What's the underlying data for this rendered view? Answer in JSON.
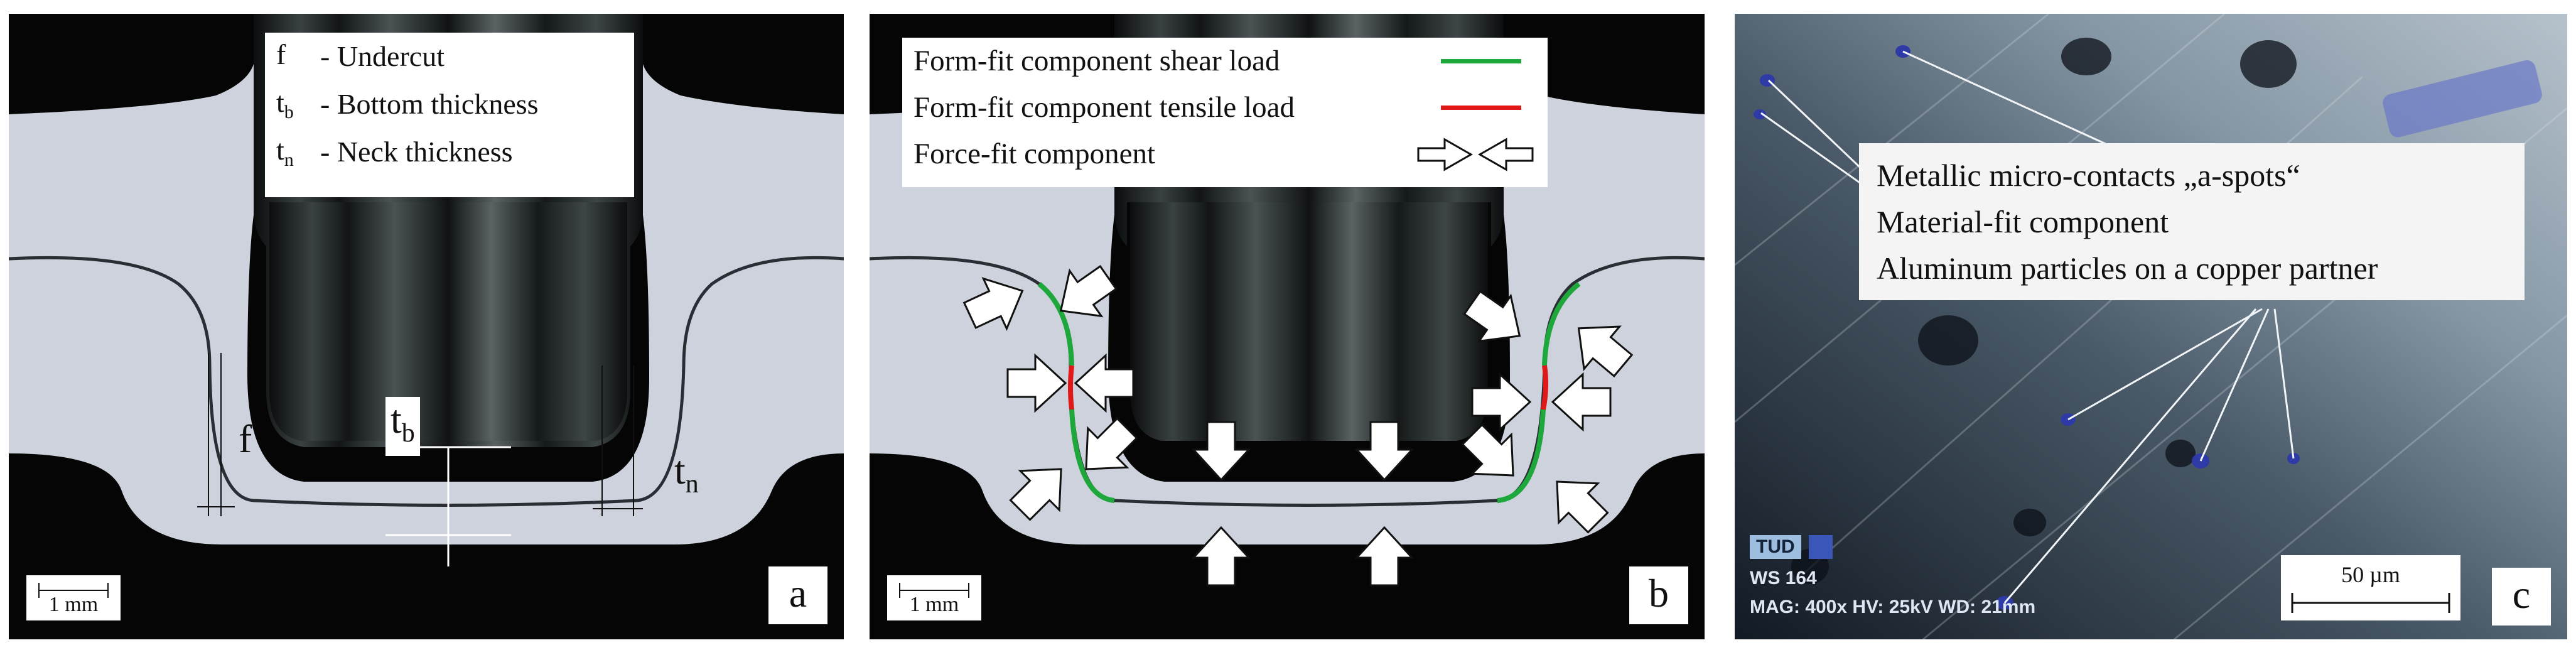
{
  "panel_a": {
    "legend": [
      {
        "symbol": "f",
        "sub": "",
        "text": "- Undercut"
      },
      {
        "symbol": "t",
        "sub": "b",
        "text": "- Bottom thickness"
      },
      {
        "symbol": "t",
        "sub": "n",
        "text": "- Neck thickness"
      }
    ],
    "annot_f": "f",
    "annot_tb": {
      "symbol": "t",
      "sub": "b"
    },
    "annot_tn": {
      "symbol": "t",
      "sub": "n"
    },
    "scale": "1 mm",
    "label": "a"
  },
  "panel_b": {
    "legend": [
      {
        "text": "Form-fit component shear load",
        "color": "#1ea83c"
      },
      {
        "text": "Form-fit component tensile load",
        "color": "#e01818"
      },
      {
        "text": "Force-fit component",
        "icon": "opposing-arrows-icon"
      }
    ],
    "scale": "1 mm",
    "label": "b"
  },
  "panel_c": {
    "legend": [
      "Metallic micro-contacts „a-spots“",
      "Material-fit component",
      "Aluminum particles on a copper partner"
    ],
    "tud": "TUD",
    "ws": "WS 164",
    "mag": "MAG: 400x  HV: 25kV  WD: 21mm",
    "scale": "50 µm",
    "label": "c"
  },
  "colors": {
    "shear": "#1ea83c",
    "tensile": "#e01818",
    "sheet": "#cfd4de",
    "punch": "#161a1c"
  }
}
